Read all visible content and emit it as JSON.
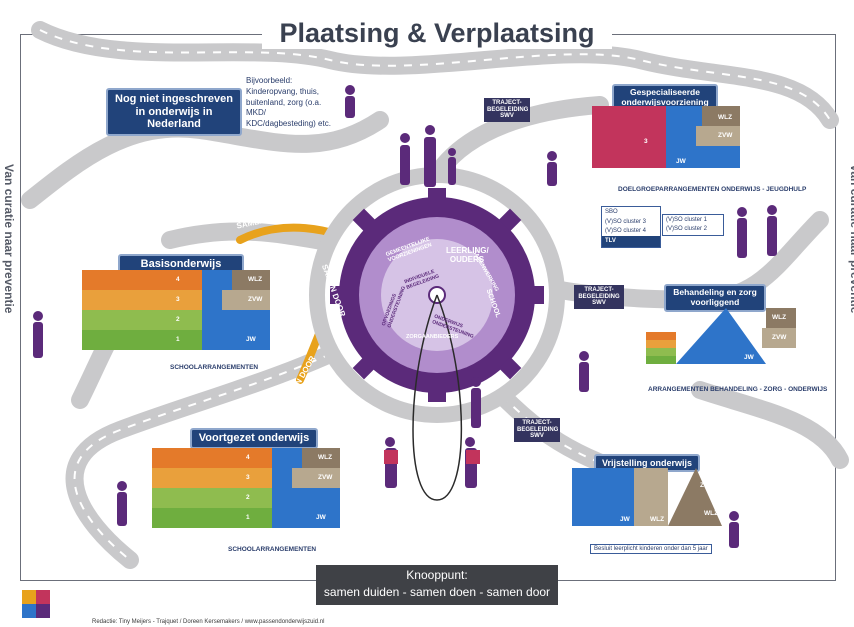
{
  "title": "Plaatsing & Verplaatsing",
  "side_label": "Van curatie naar preventie",
  "not_registered": {
    "label": "Nog niet ingeschreven in onderwijs in Nederland",
    "example": "Bijvoorbeeld: Kinderopvang, thuis, buitenland, zorg (o.a. MKD/ KDC/dagbesteding) etc."
  },
  "sections": {
    "basisonderwijs": "Basisonderwijs",
    "voortgezet": "Voortgezet onderwijs",
    "gespecialiseerd": "Gespecialiseerde onderwijsvoorziening",
    "behandeling": "Behandeling en zorg voorliggend",
    "vrijstelling": "Vrijstelling onderwijs"
  },
  "bar_labels": {
    "school1": "SCHOOLARRANGEMENTEN",
    "school2": "SCHOOLARRANGEMENTEN",
    "doelgroep": "DOELGROEPARRANGEMENTEN ONDERWIJS - JEUGDHULP",
    "behandeling": "ARRANGEMENTEN BEHANDELING - ZORG - ONDERWIJS"
  },
  "levels": [
    "1",
    "2",
    "3",
    "4"
  ],
  "tags": {
    "wlz": "WLZ",
    "zvw": "ZVW",
    "jw": "JW",
    "three": "3"
  },
  "road_labels": {
    "samen_door": "SAMEN DOOR"
  },
  "signs": {
    "traject": "TRAJECT-BEGELEIDING SWV"
  },
  "legend": {
    "sbo": "SBO",
    "vso34": "(V)SO cluster 3",
    "vso4": "(V)SO cluster 4",
    "vso1": "(V)SO cluster 1",
    "vso2": "(V)SO cluster 2",
    "tlv": "TLV"
  },
  "exemption_note": "Besluit leerplicht kinderen onder dan 5 jaar",
  "gear": {
    "center": "LEERLING/ OUDERS",
    "outer_ring": [
      "GEMEENTELIJKE VOORZIENINGEN",
      "SCHOOL",
      "SAMENWERKING",
      "ZORGAANBIEDERS"
    ],
    "inner_ring": [
      "OPVOEDINGS ONDERSTEUNING",
      "INDIVIDUELE BEGELEIDING",
      "ONDERWIJS ONDERSTEUNING"
    ]
  },
  "knooppunt": {
    "title": "Knooppunt:",
    "subtitle": "samen duiden - samen doen - samen door"
  },
  "footer": "Redactie: Tiny Meijers - Trajquet / Doreen Kersemakers / www.passendonderwijszuid.nl",
  "colors": {
    "navy": "#21437a",
    "purple": "#5b2a7a",
    "orange": "#e8a21c",
    "road": "#c9c9cb",
    "green": "#6fae3f",
    "blue": "#2e74c9",
    "pink": "#c2345c"
  }
}
